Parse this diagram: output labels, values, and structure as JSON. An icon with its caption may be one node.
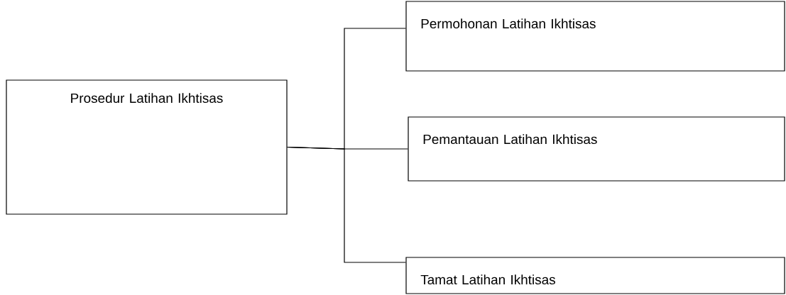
{
  "diagram": {
    "nodes": [
      {
        "text": [
          "Prosedur Latihan Ikhtisas"
        ]
      },
      {
        "text": [
          "Permohonan Latihan Ikhtisas"
        ]
      },
      {
        "text": [
          "Pemantauan Latihan Ikhtisas"
        ]
      },
      {
        "text": [
          "Tamat Latihan Ikhtisas"
        ]
      }
    ],
    "edges": [
      {
        "from": 0,
        "to": 1,
        "arrow": "none"
      },
      {
        "from": 0,
        "to": 2,
        "arrow": "none"
      },
      {
        "from": 0,
        "to": 3,
        "arrow": "none"
      }
    ]
  }
}
